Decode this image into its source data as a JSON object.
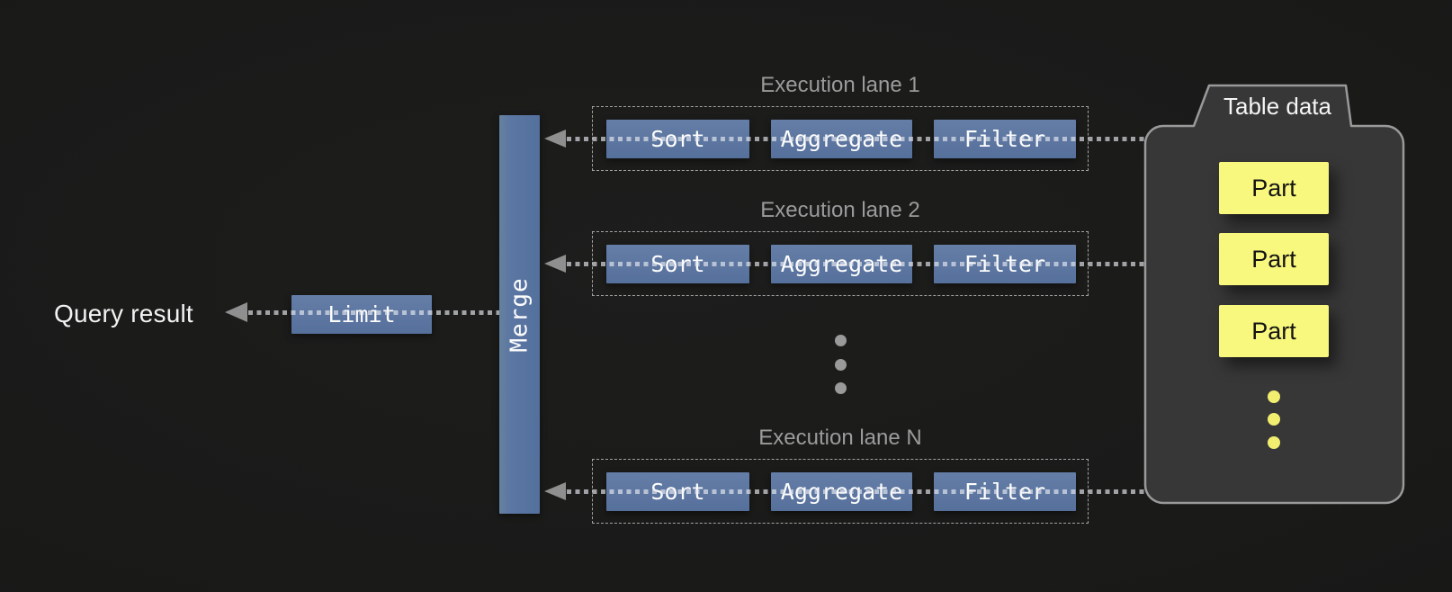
{
  "diagram": {
    "query_result_label": "Query result",
    "limit_label": "Limit",
    "merge_label": "Merge",
    "lanes": [
      {
        "label": "Execution lane 1",
        "stages": [
          "Sort",
          "Aggregate",
          "Filter"
        ]
      },
      {
        "label": "Execution lane 2",
        "stages": [
          "Sort",
          "Aggregate",
          "Filter"
        ]
      },
      {
        "label": "Execution lane N",
        "stages": [
          "Sort",
          "Aggregate",
          "Filter"
        ]
      }
    ],
    "table_data": {
      "label": "Table data",
      "parts": [
        "Part",
        "Part",
        "Part"
      ]
    },
    "colors": {
      "background": "#1b1b1b",
      "stage_blue": "#5b76a2",
      "part_yellow": "#f9f87e",
      "label_gray": "#9b9b9b",
      "arrow_gray": "#8f8f8f",
      "container_fill": "#373737",
      "container_border": "#9a9a9a"
    }
  }
}
